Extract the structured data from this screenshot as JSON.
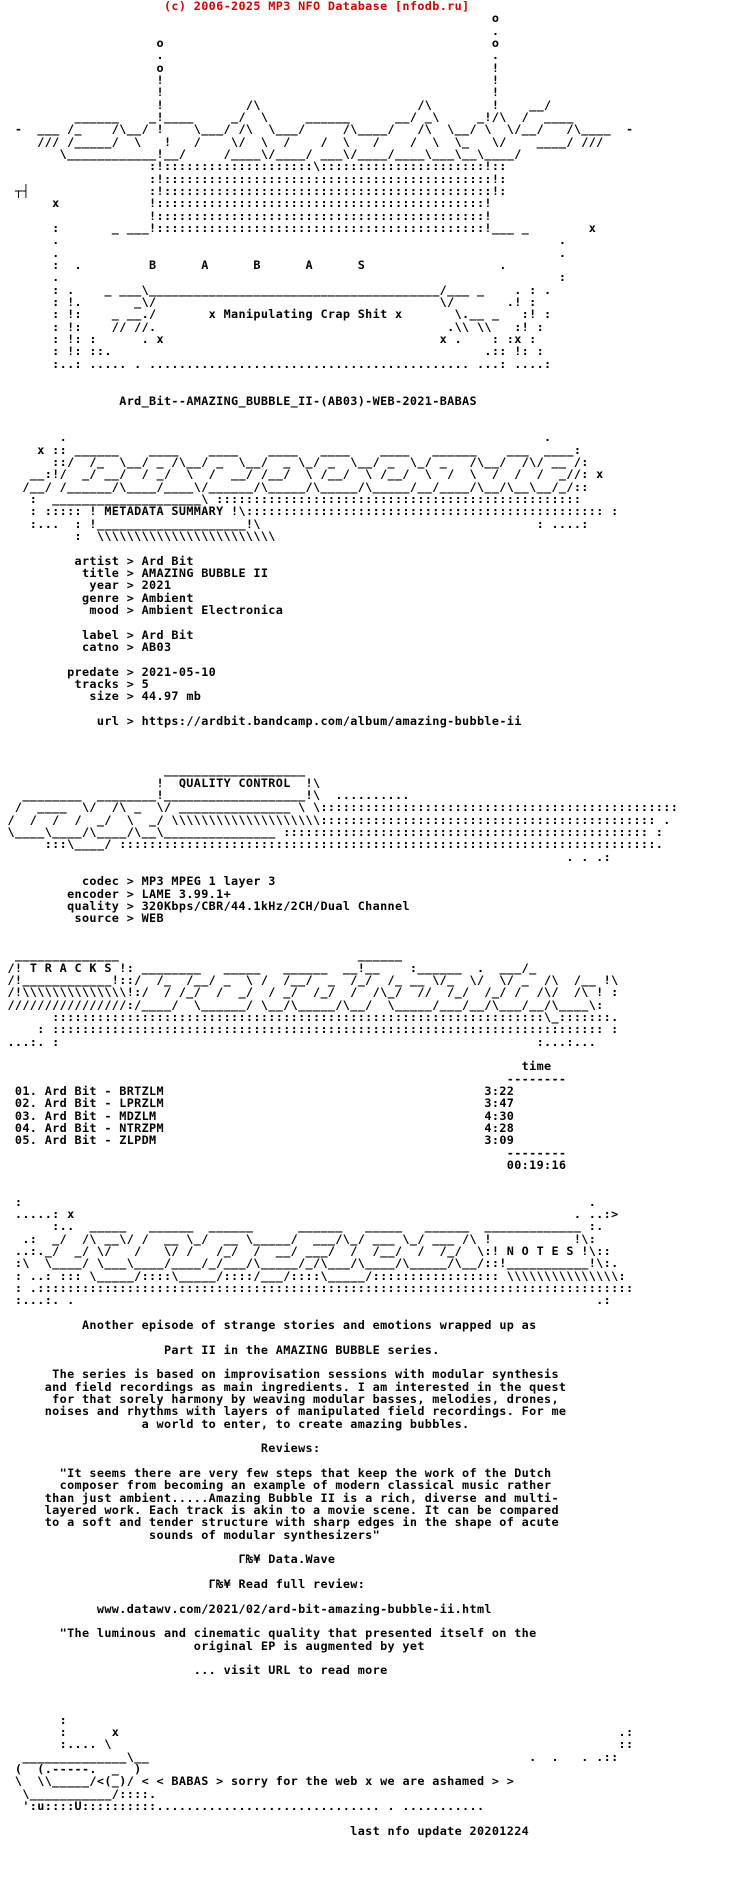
{
  "header": {
    "copyright": "(c) 2006-2025 MP3 NFO Database [nfodb.ru]"
  },
  "colors": {
    "header_text": "#d40000",
    "body_text": "#000000",
    "background": "#ffffff"
  },
  "nfo": {
    "release_name": "Ard_Bit--AMAZING_BUBBLE_II-(AB03)-WEB-2021-BABAS",
    "group_letters": "B      A      B      A      S",
    "tagline": "x Manipulating Crap Shit x",
    "sections": {
      "metadata_title": "METADATA SUMMARY",
      "quality_title": "QUALITY CONTROL",
      "tracks_title": "T R A C K S",
      "notes_title": "N O T E S"
    },
    "metadata": {
      "artist": "Ard Bit",
      "title": "AMAZING BUBBLE II",
      "year": "2021",
      "genre": "Ambient",
      "mood": "Ambient Electronica",
      "label": "Ard Bit",
      "catno": "AB03",
      "predate": "2021-05-10",
      "tracks": "5",
      "size": "44.97 mb",
      "url": "https://ardbit.bandcamp.com/album/amazing-bubble-ii"
    },
    "quality": {
      "codec": "MP3 MPEG 1 layer 3",
      "encoder": "LAME 3.99.1+",
      "quality": "320Kbps/CBR/44.1kHz/2CH/Dual Channel",
      "source": "WEB"
    },
    "tracklist": {
      "time_header": "time",
      "total": "00:19:16",
      "tracks": [
        {
          "num": "01.",
          "name": "Ard Bit - BRTZLM",
          "time": "3:22"
        },
        {
          "num": "02.",
          "name": "Ard Bit - LPRZLM",
          "time": "3:47"
        },
        {
          "num": "03.",
          "name": "Ard Bit - MDZLM",
          "time": "4:30"
        },
        {
          "num": "04.",
          "name": "Ard Bit - NTRZPM",
          "time": "4:28"
        },
        {
          "num": "05.",
          "name": "Ard Bit - ZLPDM",
          "time": "3:09"
        }
      ]
    },
    "notes": {
      "intro1": "Another episode of strange stories and emotions wrapped up as",
      "intro2": "Part II in the AMAZING BUBBLE series.",
      "para": [
        "The series is based on improvisation sessions with modular synthesis",
        "and field recordings as main ingredients. I am interested in the quest",
        "for that sorely harmony by weaving modular basses, melodies, drones,",
        "noises and rhythms with layers of manipulated field recordings. For me",
        "a world to enter, to create amazing bubbles."
      ],
      "reviews_label": "Reviews:",
      "review1": [
        "\"It seems there are very few steps that keep the work of the Dutch",
        "composer from becoming an example of modern classical music rather",
        "than just ambient.....Amazing Bubble II is a rich, diverse and multi-",
        "layered work. Each track is akin to a movie scene. It can be compared",
        "to a soft and tender structure with sharp edges in the shape of acute",
        "sounds of modular synthesizers\""
      ],
      "source1": "Γ₨¥ Data.Wave",
      "read_full": "Γ₨¥ Read full review:",
      "review_url": "www.datawv.com/2021/02/ard-bit-amazing-bubble-ii.html",
      "review2": [
        "\"The luminous and cinematic quality that presented itself on the",
        "original EP is augmented by yet"
      ],
      "visit": "... visit URL to read more"
    },
    "footer": {
      "message": "< < BABAS > sorry for the web x we are ashamed > >",
      "last_update": "last nfo update 20201224"
    }
  }
}
